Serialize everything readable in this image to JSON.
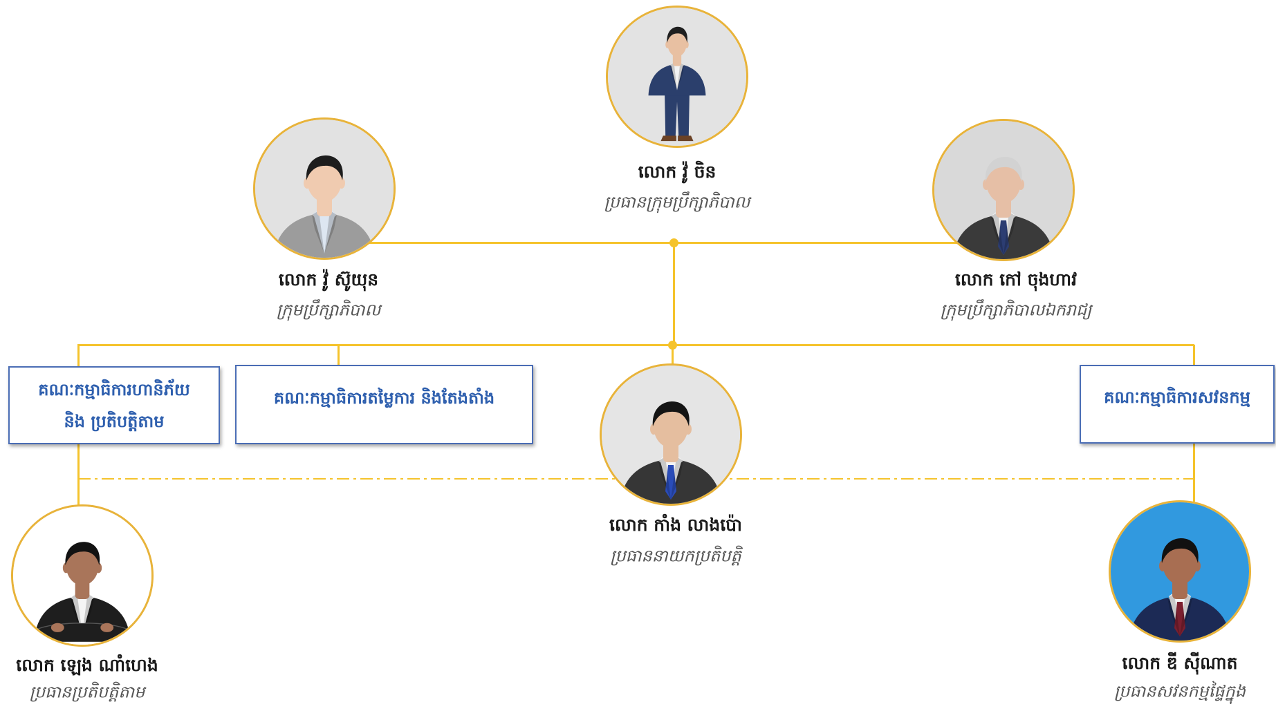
{
  "theme": {
    "connector": "#f5c32c",
    "photo_border": "#e8b33a",
    "box_border": "#4a6db5",
    "box_text": "#2e5fae",
    "name_text": "#1a1a1a",
    "title_text": "#555555"
  },
  "people": {
    "chairman": {
      "name": "លោក វ៉ូ ចិន",
      "title": "ប្រធានក្រុមប្រឹក្សាភិបាល",
      "photo": {
        "background": "#e3e3e3",
        "suit": "#2b3f6c",
        "shirt": "#f2f2f2",
        "tie": null,
        "skin": "#e8c0a2",
        "hair": "#1f1f1f"
      }
    },
    "board_member": {
      "name": "លោក វ៉ូ ស៊ូយុន",
      "title": "ក្រុមប្រឹក្សាភិបាល",
      "photo": {
        "background": "#e2e2e2",
        "suit": "#9c9c9c",
        "shirt": "#dde6f1",
        "tie": null,
        "skin": "#f0cbb0",
        "hair": "#1d1d1d"
      }
    },
    "independent_director": {
      "name": "លោក កៅ ចុងហាវ",
      "title": "ក្រុមប្រឹក្សាភិបាលឯករាជ្យ",
      "photo": {
        "background": "#d9d9d9",
        "suit": "#3a3a3a",
        "shirt": "#f3f3f3",
        "tie": "#2c3d72",
        "skin": "#e6bfa6",
        "hair": "#d2d2d2"
      }
    },
    "ceo": {
      "name": "លោក កាំង លាងប៉ោ",
      "title": "ប្រធាននាយកប្រតិបត្តិ",
      "photo": {
        "background": "#e5e5e5",
        "suit": "#363636",
        "shirt": "#f4f4f4",
        "tie": "#2a4cb8",
        "skin": "#e5be9f",
        "hair": "#141414"
      }
    },
    "compliance_head": {
      "name": "លោក ឡេង ណាំហេង",
      "title": "ប្រធានប្រតិបត្តិតាម",
      "photo": {
        "background": "#ffffff",
        "suit": "#1e1e1e",
        "shirt": "#f5f5f5",
        "tie": null,
        "skin": "#a9755a",
        "hair": "#121212"
      }
    },
    "internal_audit_head": {
      "name": "លោក ឌី ស៊ីណាត",
      "title": "ប្រធានសវនកម្មផ្ទៃក្នុង",
      "photo": {
        "background": "#3199df",
        "suit": "#1c2a55",
        "shirt": "#f4f4f4",
        "tie": "#7b1f2f",
        "skin": "#a86e52",
        "hair": "#111111"
      }
    }
  },
  "committees": {
    "risk_compliance": {
      "lines": [
        "គណៈកម្មាធិការហានិភ័យ",
        "និង ប្រតិបត្តិតាម"
      ]
    },
    "nomination_remuneration": {
      "label": "គណៈកម្មាធិការតម្លៃការ និងតែងតាំង"
    },
    "audit": {
      "label": "គណៈកម្មាធិការសវនកម្ម"
    }
  }
}
